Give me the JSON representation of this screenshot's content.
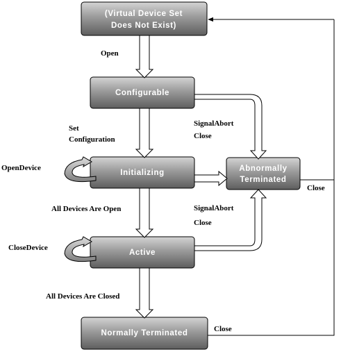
{
  "diagram": {
    "states": {
      "nonexistent": {
        "line1": "(Virtual Device Set",
        "line2": "Does Not Exist)"
      },
      "configurable": {
        "label": "Configurable"
      },
      "initializing": {
        "label": "Initializing"
      },
      "active": {
        "label": "Active"
      },
      "abnormal": {
        "line1": "Abnormally",
        "line2": "Terminated"
      },
      "normal": {
        "label": "Normally Terminated"
      }
    },
    "transitions": {
      "open": "Open",
      "set_configuration_line1": "Set",
      "set_configuration_line2": "Configuration",
      "open_device": "OpenDevice",
      "signal_abort_close_1_line1": "SignalAbort",
      "signal_abort_close_1_line2": "Close",
      "all_devices_open": "All Devices Are Open",
      "signal_abort_close_2_line1": "SignalAbort",
      "signal_abort_close_2_line2": "Close",
      "close_device": "CloseDevice",
      "close_abnormal": "Close",
      "all_devices_closed": "All Devices Are Closed",
      "close_normal": "Close"
    }
  }
}
